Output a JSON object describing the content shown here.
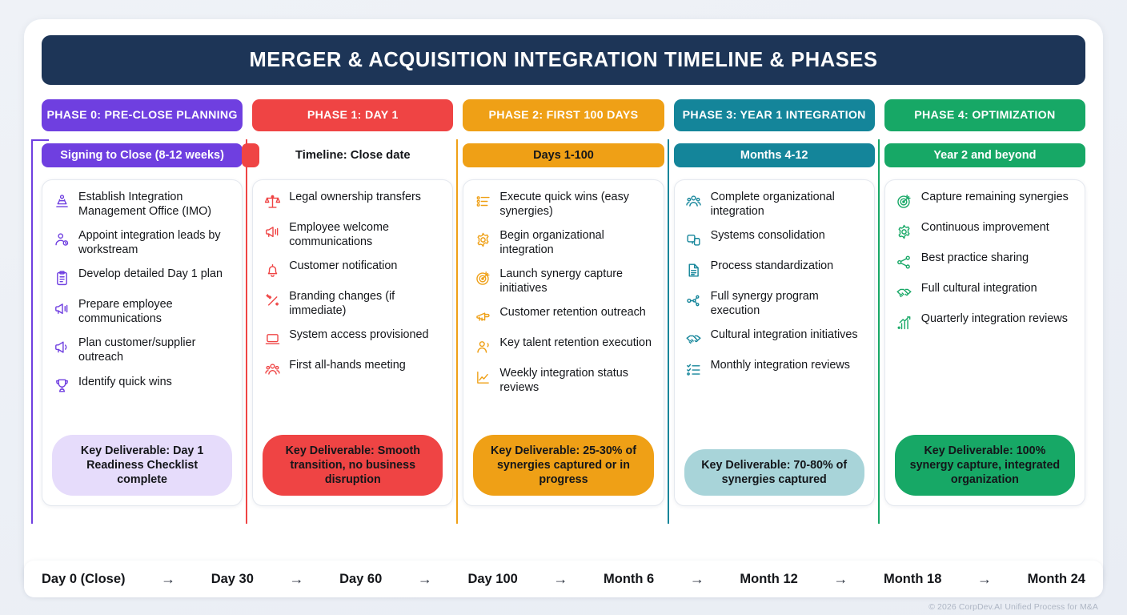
{
  "header": {
    "title": "MERGER & ACQUISITION INTEGRATION TIMELINE & PHASES"
  },
  "colors": {
    "title_bar": "#1d3557",
    "phase0": "#6f3fe0",
    "phase1": "#ef4444",
    "phase2": "#efa016",
    "phase3": "#14859a",
    "phase4": "#17a866",
    "page_bg": "#eef1f6",
    "card_bg": "#ffffff",
    "text": "#14161a"
  },
  "phases": [
    {
      "id": "phase-0",
      "header": "PHASE 0: PRE-CLOSE PLANNING",
      "accent": "#6f3fe0",
      "timeline_label": "Signing to Close (8-12 weeks)",
      "timeline_style": "pill",
      "timeline_text_color": "#ffffff",
      "items": [
        {
          "icon": "org-chart-icon",
          "label": "Establish Integration Management Office (IMO)"
        },
        {
          "icon": "user-assign-icon",
          "label": "Appoint integration leads by workstream"
        },
        {
          "icon": "clipboard-icon",
          "label": "Develop detailed Day 1 plan"
        },
        {
          "icon": "megaphone-lines-icon",
          "label": "Prepare employee communications"
        },
        {
          "icon": "megaphone-icon",
          "label": "Plan customer/supplier outreach"
        },
        {
          "icon": "trophy-icon",
          "label": "Identify quick wins"
        }
      ],
      "deliverable": "Key Deliverable: Day 1 Readiness Checklist complete",
      "deliverable_bg": "#e6dcfb",
      "deliverable_color": "#14161a"
    },
    {
      "id": "phase-1",
      "header": "PHASE 1: DAY 1",
      "accent": "#ef4444",
      "timeline_label": "Timeline: Close date",
      "timeline_style": "plain",
      "timeline_text_color": "#14161a",
      "items": [
        {
          "icon": "scales-icon",
          "label": "Legal ownership transfers"
        },
        {
          "icon": "megaphone-lines-icon",
          "label": "Employee welcome communications"
        },
        {
          "icon": "bell-icon",
          "label": "Customer notification"
        },
        {
          "icon": "brand-wand-icon",
          "label": "Branding changes (if immediate)"
        },
        {
          "icon": "laptop-icon",
          "label": "System access provisioned"
        },
        {
          "icon": "people-group-icon",
          "label": "First all-hands meeting"
        }
      ],
      "deliverable": "Key Deliverable: Smooth transition, no business disruption",
      "deliverable_bg": "#ef4444",
      "deliverable_color": "#14161a"
    },
    {
      "id": "phase-2",
      "header": "PHASE 2: FIRST 100 DAYS",
      "accent": "#efa016",
      "timeline_label": "Days 1-100",
      "timeline_style": "pill",
      "timeline_text_color": "#14161a",
      "items": [
        {
          "icon": "task-list-icon",
          "label": "Execute quick wins (easy synergies)"
        },
        {
          "icon": "gear-icon",
          "label": "Begin organizational integration"
        },
        {
          "icon": "target-arrow-icon",
          "label": "Launch synergy capture initiatives"
        },
        {
          "icon": "megaphone-outline-icon",
          "label": "Customer retention outreach"
        },
        {
          "icon": "user-person-icon",
          "label": "Key talent retention execution"
        },
        {
          "icon": "line-chart-icon",
          "label": "Weekly integration status reviews"
        }
      ],
      "deliverable": "Key Deliverable: 25-30% of synergies captured or in progress",
      "deliverable_bg": "#efa016",
      "deliverable_color": "#14161a"
    },
    {
      "id": "phase-3",
      "header": "PHASE 3: YEAR 1 INTEGRATION",
      "accent": "#14859a",
      "timeline_label": "Months 4-12",
      "timeline_style": "pill",
      "timeline_text_color": "#ffffff",
      "items": [
        {
          "icon": "people-group-icon",
          "label": "Complete organizational integration"
        },
        {
          "icon": "systems-merge-icon",
          "label": "Systems consolidation"
        },
        {
          "icon": "document-icon",
          "label": "Process standardization"
        },
        {
          "icon": "network-nodes-icon",
          "label": "Full synergy program execution"
        },
        {
          "icon": "handshake-icon",
          "label": "Cultural integration initiatives"
        },
        {
          "icon": "checklist-icon",
          "label": "Monthly integration reviews"
        }
      ],
      "deliverable": "Key Deliverable: 70-80% of synergies captured",
      "deliverable_bg": "#a8d4d9",
      "deliverable_color": "#14161a"
    },
    {
      "id": "phase-4",
      "header": "PHASE 4: OPTIMIZATION",
      "accent": "#17a866",
      "timeline_label": "Year 2 and beyond",
      "timeline_style": "pill",
      "timeline_text_color": "#ffffff",
      "items": [
        {
          "icon": "target-arrow-icon",
          "label": "Capture remaining synergies"
        },
        {
          "icon": "gear-icon",
          "label": "Continuous improvement"
        },
        {
          "icon": "share-nodes-icon",
          "label": "Best practice sharing"
        },
        {
          "icon": "handshake-icon",
          "label": "Full cultural integration"
        },
        {
          "icon": "bar-chart-up-icon",
          "label": "Quarterly integration reviews"
        }
      ],
      "deliverable": "Key Deliverable: 100% synergy capture, integrated organization",
      "deliverable_bg": "#17a866",
      "deliverable_color": "#14161a"
    }
  ],
  "axis": {
    "arrow": "→",
    "nodes": [
      "Day 0 (Close)",
      "Day 30",
      "Day 60",
      "Day 100",
      "Month 6",
      "Month 12",
      "Month 18",
      "Month 24"
    ]
  },
  "footer": {
    "text": "© 2026 CorpDev.AI Unified Process for M&A"
  }
}
